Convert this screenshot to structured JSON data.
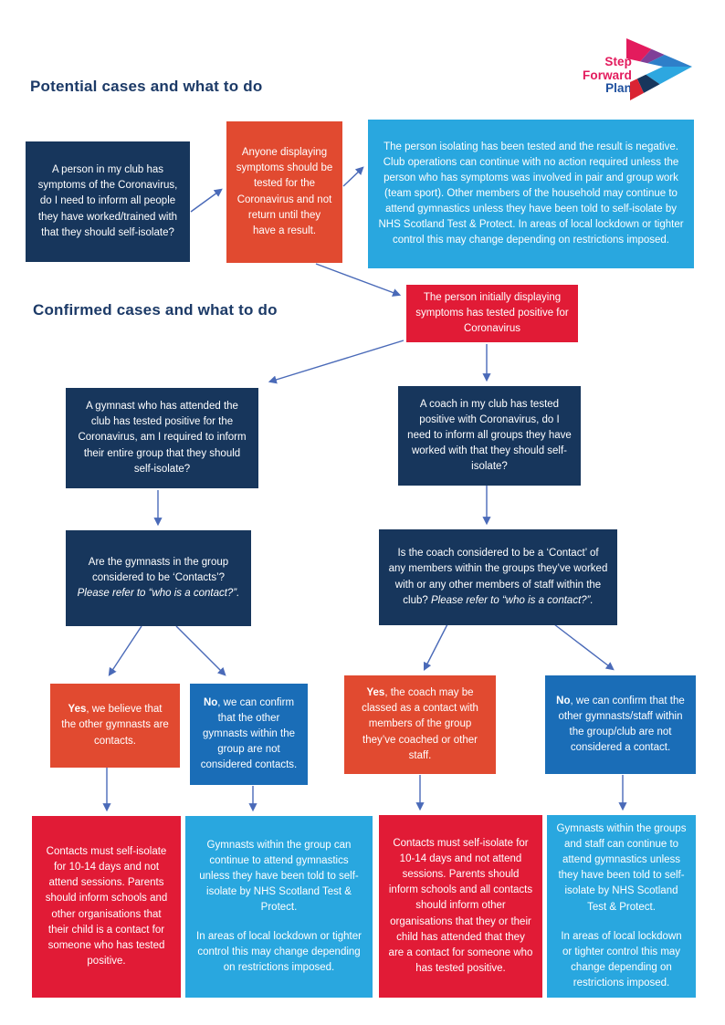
{
  "logo": {
    "line1": "Step",
    "line2": "Forward",
    "line3": "Plan",
    "colors": {
      "pink": "#e31b5d",
      "purple": "#7f3f98",
      "medium_blue": "#2e7fc9",
      "light_blue": "#2da7e0",
      "navy": "#17365c",
      "red": "#da2433",
      "plan_text_blue": "#1d4f9e"
    }
  },
  "headings": {
    "potential": "Potential cases and what to do",
    "confirmed": "Confirmed cases and what to do"
  },
  "colors": {
    "navy_box": "#17365c",
    "orange_box": "#e14a30",
    "red_box": "#e11b36",
    "light_blue_box": "#29a7df",
    "medium_blue_box": "#1a6db7",
    "arrow": "#4a6ab8",
    "heading_text": "#1c3a67"
  },
  "boxes": {
    "symptoms_question": {
      "text": "A person in my club has symptoms of the Coronavirus, do I need to inform all people they have worked/trained with that they should self-isolate?"
    },
    "testing_advice": {
      "text": "Anyone displaying symptoms should be tested for the Coronavirus and not return until they have a result."
    },
    "negative_result": {
      "text": "The person isolating has been tested and the result is negative. Club operations can continue with no action required unless the person who has symptoms was involved in pair and group work (team sport). Other members of the household may continue to attend gymnastics unless they have been told to self-isolate by NHS Scotland Test & Protect. In areas of local lockdown or tighter control this may change depending on restrictions imposed."
    },
    "positive_confirmed": {
      "text": "The person initially displaying symptoms has tested positive for Coronavirus"
    },
    "gymnast_positive_question": {
      "text": "A gymnast who has attended the club has tested positive for the Coronavirus, am I required to inform their entire group that they should self-isolate?"
    },
    "coach_positive_question": {
      "text": "A coach in my club has tested positive with Coronavirus, do I need to inform all groups they have worked with that they should self-isolate?"
    },
    "gymnasts_contacts_question": {
      "main": "Are the gymnasts in the group considered to be ‘Contacts’?",
      "italic": "Please refer to “who is a contact?”."
    },
    "coach_contact_question": {
      "main": "Is the coach considered to be a ‘Contact’ of any members within the groups they’ve worked with or any other members of staff within the club? ",
      "italic": "Please refer to “who is a contact?”."
    },
    "yes_gymnasts_contacts": {
      "lead": "Yes",
      "rest": ", we believe that the other gymnasts are contacts."
    },
    "no_gymnasts_not_contacts": {
      "lead": "No",
      "rest": ", we can confirm that the other gymnasts within the group are not considered contacts."
    },
    "yes_coach_contact": {
      "lead": "Yes",
      "rest": ", the coach may be classed as a contact with members of the group they’ve coached or other staff."
    },
    "no_staff_not_contact": {
      "lead": "No",
      "rest": ", we can confirm that the other gymnasts/staff within the group/club are not considered a contact."
    },
    "contacts_isolate_left": {
      "text": "Contacts must self-isolate for 10-14 days and not attend sessions. Parents should inform schools and other organisations that their child is a contact for someone who has tested positive."
    },
    "group_continue_left": {
      "p1": "Gymnasts within the group can continue to attend gymnastics unless they have been told to self-isolate by NHS Scotland Test & Protect.",
      "p2": "In areas of local lockdown or tighter control this may change depending on restrictions imposed."
    },
    "contacts_isolate_right": {
      "text": "Contacts must self-isolate for 10-14 days and not attend sessions. Parents should inform schools and all contacts should inform other organisations that they or their child has attended that they are a contact for someone who has tested positive."
    },
    "groups_continue_right": {
      "p1": "Gymnasts within the groups and staff can continue to attend gymnastics unless they have been told to self-isolate by NHS Scotland Test & Protect.",
      "p2": "In areas of local lockdown or tighter control this may change depending on restrictions imposed."
    }
  }
}
